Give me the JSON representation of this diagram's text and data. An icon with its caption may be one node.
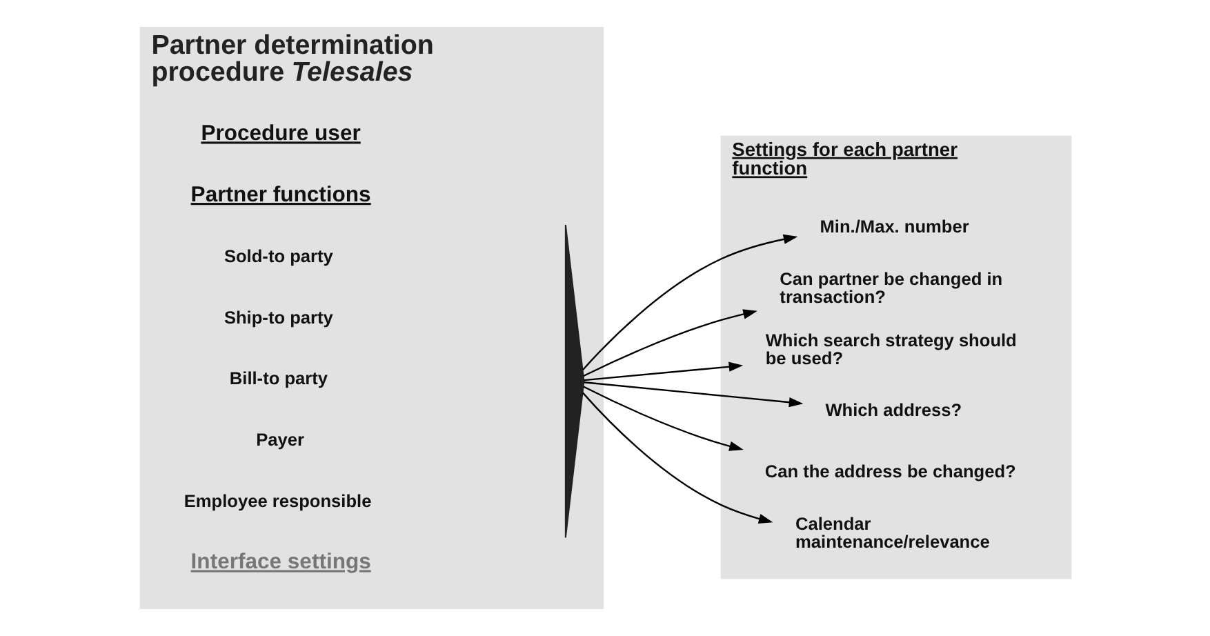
{
  "diagram": {
    "nodes": [
      {
        "text": [
          "Partner determination procedure *Telesales*"
        ]
      },
      {
        "text": [
          "Procedure user"
        ],
        "in": 0
      },
      {
        "text": [
          "Partner functions"
        ],
        "in": 0
      },
      {
        "text": [
          "Sold-to party"
        ],
        "in": 0
      },
      {
        "text": [
          "Ship-to party"
        ],
        "in": 0
      },
      {
        "text": [
          "Bill-to party"
        ],
        "in": 0
      },
      {
        "text": [
          "Payer"
        ],
        "in": 0
      },
      {
        "text": [
          "Employee responsible"
        ],
        "in": 0
      },
      {
        "text": [
          "Interface settings"
        ],
        "in": 0
      },
      {
        "text": [],
        "shape": "brace",
        "in": 0
      },
      {
        "text": [
          "Settings for each partner function"
        ]
      },
      {
        "text": [
          "Min./Max. number"
        ],
        "in": 10
      },
      {
        "text": [
          "Can partner be changed in transaction?"
        ],
        "in": 10
      },
      {
        "text": [
          "Which search strategy should be used?"
        ],
        "in": 10
      },
      {
        "text": [
          "Which address?"
        ],
        "in": 10
      },
      {
        "text": [
          "Can the address be changed?"
        ],
        "in": 10
      },
      {
        "text": [
          "Calendar maintenance/relevance"
        ],
        "in": 10
      }
    ],
    "edges": [
      {
        "from": 9,
        "to": 11,
        "arrow": "to"
      },
      {
        "from": 9,
        "to": 12,
        "arrow": "to"
      },
      {
        "from": 9,
        "to": 13,
        "arrow": "to"
      },
      {
        "from": 9,
        "to": 14,
        "arrow": "to"
      },
      {
        "from": 9,
        "to": 15,
        "arrow": "to"
      },
      {
        "from": 9,
        "to": 16,
        "arrow": "to"
      }
    ]
  }
}
